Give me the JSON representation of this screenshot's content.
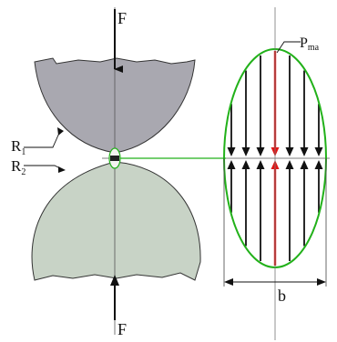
{
  "labels": {
    "force_top": "F",
    "force_bottom": "F",
    "radius_1": "R",
    "radius_1_sub": "1",
    "radius_2": "R",
    "radius_2_sub": "2",
    "pressure_max": "P",
    "pressure_max_sub": "ma",
    "width": "b"
  },
  "colors": {
    "upper_body": "#a9a8b0",
    "lower_body": "#c8d3c6",
    "ellipse": "#22b11a",
    "connector": "#22b11a",
    "max_pressure_arrow": "#e01515",
    "arrows": "#111111"
  }
}
